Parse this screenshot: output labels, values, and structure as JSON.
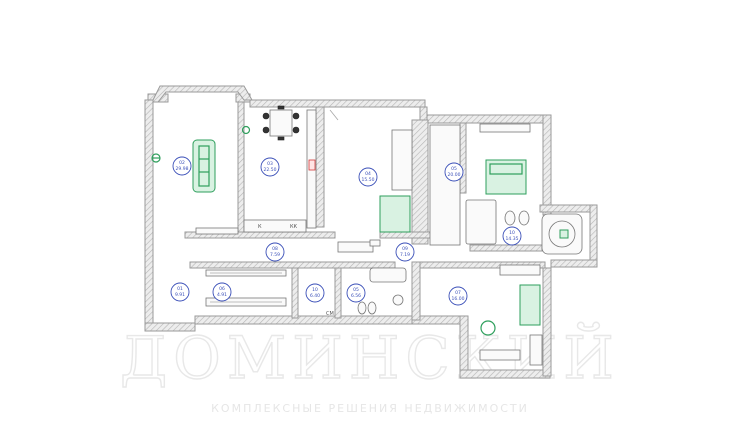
{
  "watermark": {
    "brand": "ДОМИНСКИЙ",
    "slogan": "КОМПЛЕКСНЫЕ РЕШЕНИЯ НЕДВИЖИМОСТИ"
  },
  "rooms": [
    {
      "no": "02",
      "area": "29.98"
    },
    {
      "no": "03",
      "area": "22.50"
    },
    {
      "no": "04",
      "area": "15.50"
    },
    {
      "no": "05",
      "area": "20.00"
    },
    {
      "no": "01",
      "area": "9.91"
    },
    {
      "no": "08",
      "area": "7.59"
    },
    {
      "no": "09",
      "area": "7.19"
    },
    {
      "no": "06",
      "area": "4.91"
    },
    {
      "no": "10",
      "area": "6.40"
    },
    {
      "no": "05",
      "area": "6.56"
    },
    {
      "no": "07",
      "area": "16.00"
    },
    {
      "no": "10",
      "area": "14.35"
    }
  ],
  "labels": {
    "k1": "К",
    "k2": "КК",
    "cm": "СМ"
  },
  "colors": {
    "walls": "#9a9a9a",
    "furniture_accent": "#2e9f5c",
    "room_marker": "#3a4fb8",
    "plumbing_accent": "#d23a3a"
  }
}
